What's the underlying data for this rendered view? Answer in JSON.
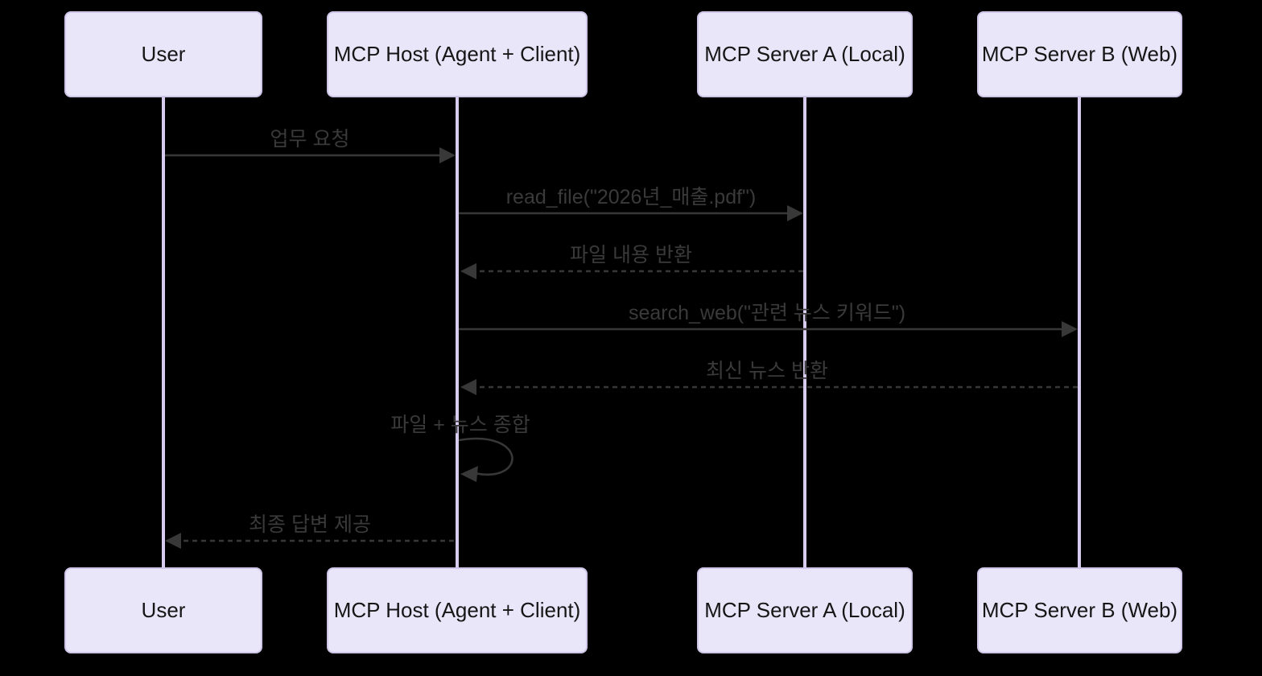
{
  "diagram": {
    "title": "MCP sequence diagram",
    "type": "sequence",
    "colors": {
      "background": "#000000",
      "actor_fill": "#E9E6F9",
      "actor_border": "#CFC5E8",
      "lifeline": "#D8CBF0",
      "arrow": "#383838",
      "message_text": "#3a3a3a",
      "actor_text": "#161616"
    }
  },
  "actors": [
    {
      "id": "user",
      "label": "User"
    },
    {
      "id": "mcp-host",
      "label": "MCP Host (Agent + Client)"
    },
    {
      "id": "mcp-server-a",
      "label": "MCP Server A (Local)"
    },
    {
      "id": "mcp-server-b",
      "label": "MCP Server B (Web)"
    }
  ],
  "messages": [
    {
      "from": "user",
      "to": "mcp-host",
      "style": "solid",
      "label": "업무 요청"
    },
    {
      "from": "mcp-host",
      "to": "mcp-server-a",
      "style": "solid",
      "label": "read_file(\"2026년_매출.pdf\")"
    },
    {
      "from": "mcp-server-a",
      "to": "mcp-host",
      "style": "dashed",
      "label": "파일 내용 반환"
    },
    {
      "from": "mcp-host",
      "to": "mcp-server-b",
      "style": "solid",
      "label": "search_web(\"관련 뉴스 키워드\")"
    },
    {
      "from": "mcp-server-b",
      "to": "mcp-host",
      "style": "dashed",
      "label": "최신 뉴스 반환"
    },
    {
      "from": "mcp-host",
      "to": "mcp-host",
      "style": "self",
      "label": "파일 + 뉴스 종합"
    },
    {
      "from": "mcp-host",
      "to": "user",
      "style": "dashed",
      "label": "최종 답변 제공"
    }
  ]
}
